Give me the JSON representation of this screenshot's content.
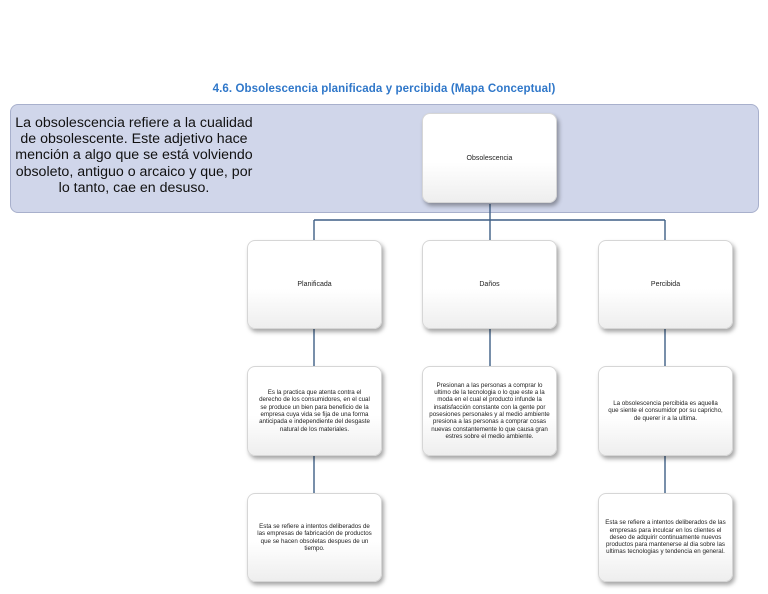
{
  "title": "4.6. Obsolescencia planificada y percibida (Mapa Conceptual)",
  "definition": "La obsolescencia refiere a la cualidad de obsolescente. Este adjetivo hace mención a algo que se está volviendo obsoleto, antiguo o arcaico y que, por lo tanto, cae en desuso.",
  "root": "Obsolescencia",
  "branches": {
    "planificada": {
      "label": "Planificada",
      "desc1": "Es la practica que atenta contra el derecho de los consumidores, en el cual se produce un bien para beneficio de la empresa cuya vida se fija de una forma anticipada e independiente del desgaste natural de los materiales.",
      "desc2": "Esta se refiere a intentos deliberados de las empresas de fabricación de productos que se hacen obsoletas despues de un tiempo."
    },
    "danos": {
      "label": "Daños",
      "desc1": "Presionan a las personas a comprar lo ultimo de la tecnologia o lo que este a la moda en el cual el producto infunde la insatisfacción constante con la gente por posesiones personales y al medio ambiente presiona a las personas a comprar cosas nuevas constantemente lo que causa gran estres sobre el medio ambiente."
    },
    "percibida": {
      "label": "Percibida",
      "desc1": "La obsolescencia percibida es aquella que siente el consumidor por su capricho, de querer ir a la ultima.",
      "desc2": "Esta se refiere a intentos deliberados de las empresas para inculcar en los clientes el deseo de adquirir continuamente nuevos productos para mantenerse al dia sobre las ultimas tecnologias y tendencia en general."
    }
  },
  "colors": {
    "title": "#2f77c9",
    "banner": "#d0d6ea",
    "connector": "#3e5f86"
  }
}
